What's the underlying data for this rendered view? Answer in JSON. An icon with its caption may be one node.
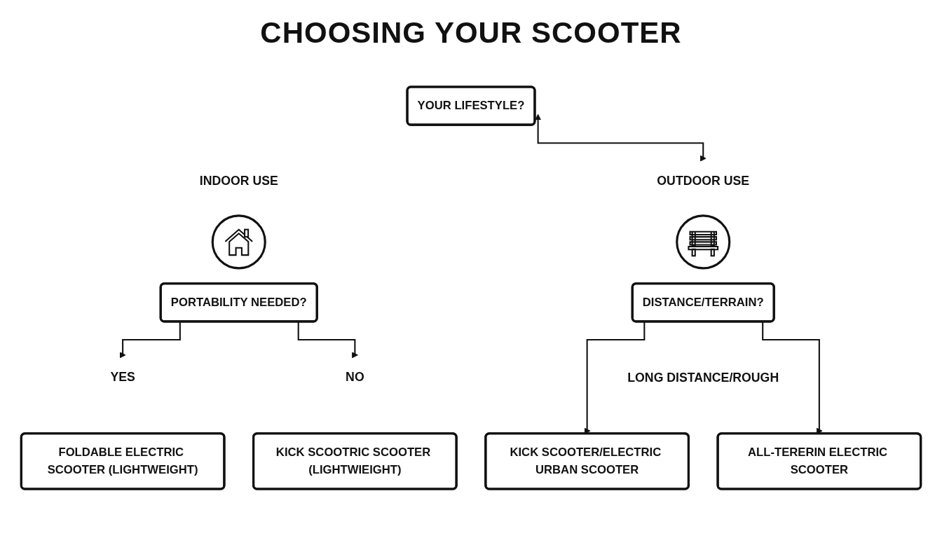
{
  "diagram": {
    "title": "CHOOSING YOUR SCOOTER",
    "nodes": [
      {
        "text": [
          "YOUR LIFESTYLE?"
        ]
      },
      {
        "text": [
          "OUTDOOR USE"
        ]
      },
      {
        "text": [],
        "shape": "circle"
      },
      {
        "text": [],
        "shape": "circle"
      },
      {
        "text": [
          "PORTABILITY NEEDED?"
        ]
      },
      {
        "text": [
          "DISTANCE/TERRAIN?"
        ]
      },
      {
        "text": [
          "YES"
        ]
      },
      {
        "text": [
          "NO"
        ]
      },
      {
        "text": [
          "FOLDABLE ELECTRIC SCOOTER (LIGHTWEIGHT)"
        ]
      },
      {
        "text": [
          "KICK SCOOTRIC SCOOTER (LIGHTWIEIGHT)"
        ]
      },
      {
        "text": [
          "KICK SCOOTER/ELECTRIC URBAN SCOOTER"
        ]
      },
      {
        "text": [
          "ALL-TERERIN ELECTRIC SCOOTER"
        ]
      }
    ],
    "edges": [
      {
        "from": 0,
        "to": 1,
        "arrow": "both"
      },
      {
        "from": 4,
        "to": 6,
        "arrow": "to"
      },
      {
        "from": 4,
        "to": 7,
        "arrow": "to"
      },
      {
        "from": 5,
        "to": 10,
        "arrow": "to"
      },
      {
        "from": 5,
        "to": 11,
        "arrow": "to"
      }
    ],
    "labels": [
      "INDOOR USE",
      "LONG DISTANCE/ROUGH"
    ]
  }
}
